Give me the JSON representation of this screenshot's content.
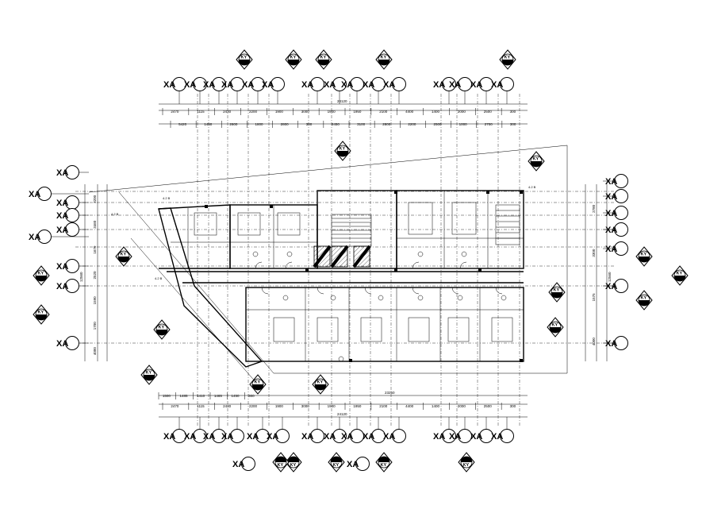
{
  "grid_bubbles": {
    "label": "XA",
    "top_row_count": 15,
    "bottom_row_count": 15,
    "left_col_count": 9,
    "right_col_count": 7
  },
  "section_markers": {
    "label": "KY",
    "top_count": 5,
    "bottom_count": 5,
    "interior_count": 5,
    "side_count": 4
  },
  "dimensions": {
    "overall_top": "24120",
    "overall_bottom": "24120",
    "overall_bottom_mid": "23250",
    "top_row": [
      "2470",
      "1115",
      "2430",
      "2200",
      "1900",
      "3000",
      "1900",
      "1950",
      "2100",
      "4400",
      "1400",
      "2000",
      "2500",
      "300"
    ],
    "top_row2": [
      "5420",
      "1450",
      "2600",
      "1800",
      "2800",
      "300",
      "2450",
      "3100",
      "2800",
      "2200",
      "2500",
      "1000",
      "2700",
      "300"
    ],
    "bottom_row": [
      "2470",
      "1115",
      "2430",
      "2200",
      "1900",
      "3000",
      "1900",
      "1950",
      "2100",
      "4400",
      "1400",
      "2000",
      "2500",
      "300"
    ],
    "bottom_row2": [
      "1500",
      "1485",
      "1410",
      "1465",
      "1450",
      "300"
    ],
    "left_col": [
      "3200",
      "3460",
      "1670",
      "2520",
      "1590",
      "1700",
      "4000"
    ],
    "right_col": [
      "2780",
      "3300",
      "1575",
      "4000"
    ],
    "left_total": "12560",
    "right_total": "12560"
  },
  "annotations": {
    "notes": [
      "4.2 B",
      "4.2 B",
      "4.2 B",
      "4.2 B"
    ]
  }
}
